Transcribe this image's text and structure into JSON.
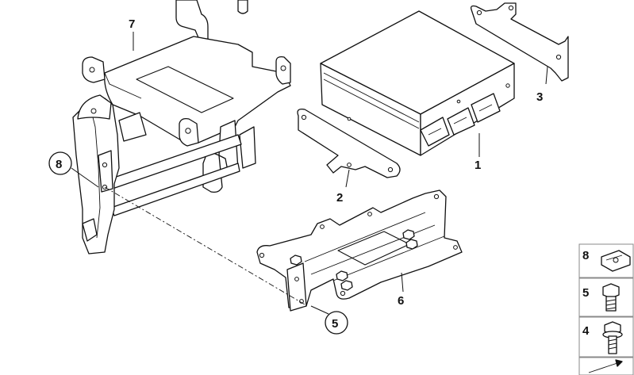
{
  "callouts": {
    "p1": "1",
    "p2": "2",
    "p3": "3",
    "p5": "5",
    "p6": "6",
    "p7": "7",
    "p8": "8"
  },
  "legend": [
    {
      "label": "8",
      "icon": "clip-nut-icon"
    },
    {
      "label": "5",
      "icon": "hex-bolt-icon"
    },
    {
      "label": "4",
      "icon": "flange-bolt-icon"
    },
    {
      "label": "",
      "icon": "arrow-icon"
    }
  ]
}
